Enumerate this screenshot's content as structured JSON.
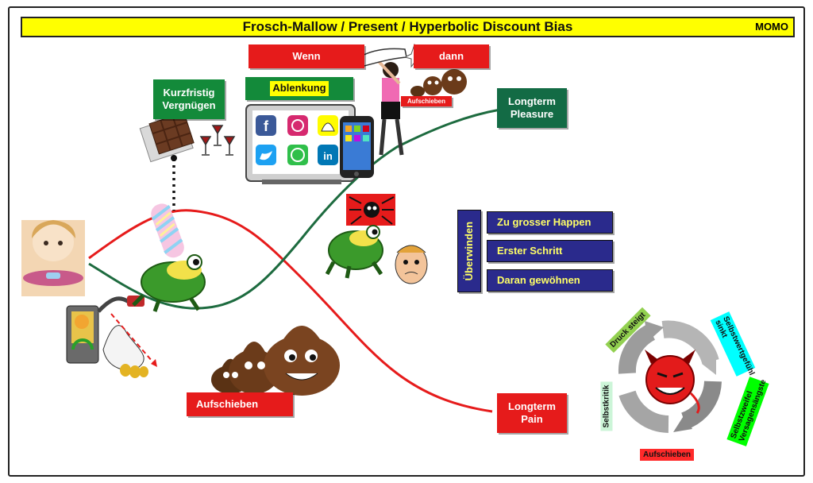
{
  "header": {
    "title": "Frosch-Mallow / Present / Hyperbolic Discount Bias",
    "brand": "MOMO"
  },
  "labels": {
    "wenn": "Wenn",
    "dann": "dann",
    "ablenkung": "Ablenkung",
    "aufschieben_small": "Aufschieben",
    "kurzfristig_line1": "Kurzfristig",
    "kurzfristig_line2": "Vergnügen",
    "longterm_pleasure_line1": "Longterm",
    "longterm_pleasure_line2": "Pleasure",
    "longterm_pain_line1": "Longterm",
    "longterm_pain_line2": "Pain",
    "aufschieben": "Aufschieben"
  },
  "overcome": {
    "title": "Überwinden",
    "items": [
      "Zu grosser Happen",
      "Erster Schritt",
      "Daran gewöhnen"
    ]
  },
  "cycle": {
    "labels": [
      "Druck steigt",
      "Selbstwertgefühl sinkt",
      "Selbstzweifel Versagensängste",
      "Aufschieben",
      "Selbstkritik"
    ]
  },
  "colors": {
    "title_bg": "#ffff00",
    "red": "#e61b1b",
    "green": "#138a3a",
    "navy": "#2a2a8c",
    "pain_curve": "#e61b1b",
    "pleasure_curve": "#1d6b3f"
  },
  "icons": [
    "facebook-icon",
    "instagram-icon",
    "snapchat-icon",
    "twitter-icon",
    "whatsapp-icon",
    "linkedin-icon",
    "frog-icon",
    "marshmallow-icon",
    "chocolate-icon",
    "poop-icon",
    "devil-icon",
    "spider-icon",
    "phone-icon",
    "tv-icon"
  ]
}
